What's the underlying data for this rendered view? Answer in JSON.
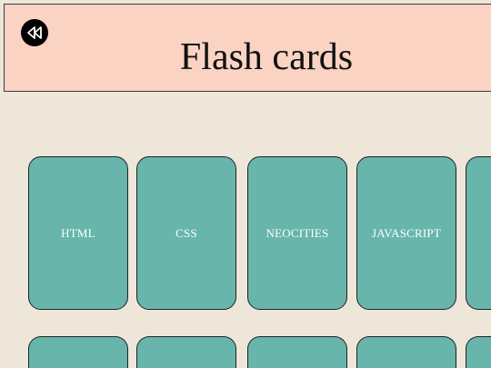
{
  "header": {
    "title": "Flash cards",
    "back_icon": "rewind-icon",
    "background_color": "#fad3c3"
  },
  "colors": {
    "page_background": "#efe6da",
    "card": "#67b5ab",
    "card_text": "#ffffff"
  },
  "cards": [
    {
      "label": "HTML"
    },
    {
      "label": "CSS"
    },
    {
      "label": "NEOCITIES"
    },
    {
      "label": "JAVASCRIPT"
    },
    {
      "label": ""
    },
    {
      "label": ""
    },
    {
      "label": ""
    },
    {
      "label": ""
    },
    {
      "label": ""
    },
    {
      "label": ""
    }
  ]
}
